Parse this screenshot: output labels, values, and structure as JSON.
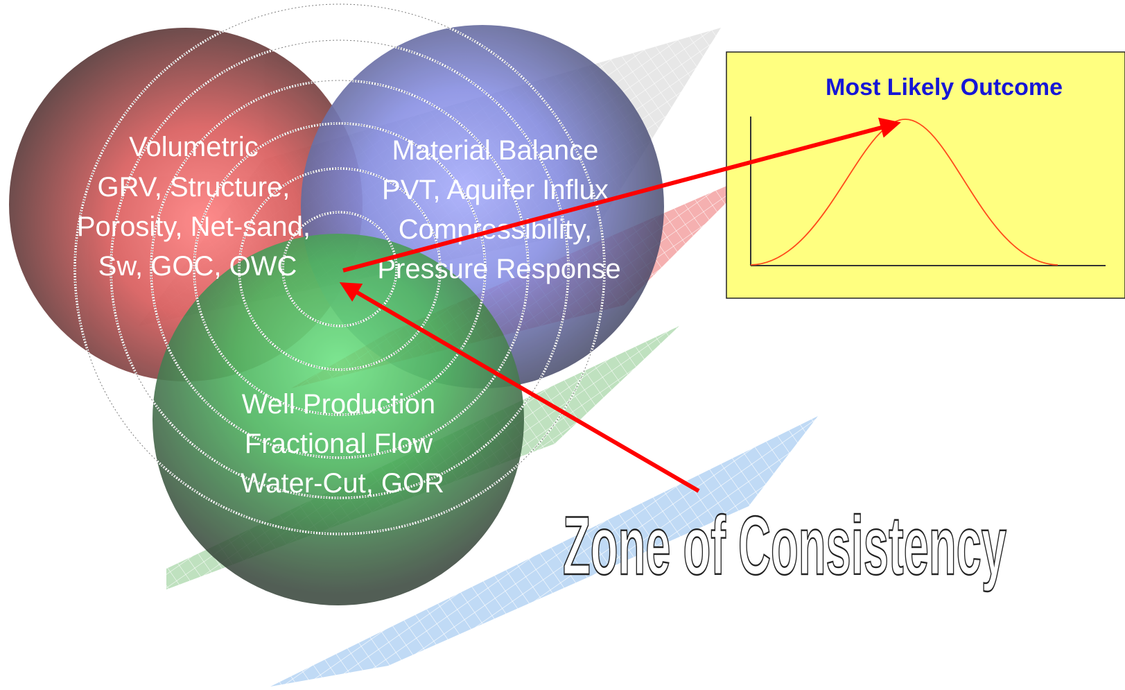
{
  "circles": [
    {
      "id": "volumetric",
      "color": "#e05a5a",
      "lines": [
        "Volumetric",
        "GRV, Structure,",
        "Porosity, Net-sand,",
        "Sw, GOC, OWC"
      ]
    },
    {
      "id": "material-balance",
      "color": "#7e86e0",
      "lines": [
        "Material Balance",
        "PVT, Aquifer Influx",
        "Compressibility,",
        "Pressure Response"
      ]
    },
    {
      "id": "well-production",
      "color": "#3fc65a",
      "lines": [
        "Well Production",
        "Fractional Flow",
        "Water-Cut, GOR"
      ]
    }
  ],
  "zone_label": "Zone of Consistency",
  "outcome_box": {
    "title": "Most Likely Outcome",
    "background": "#ffff80",
    "curve_color": "#ff4a1a"
  },
  "arrow_color": "#ff0000"
}
